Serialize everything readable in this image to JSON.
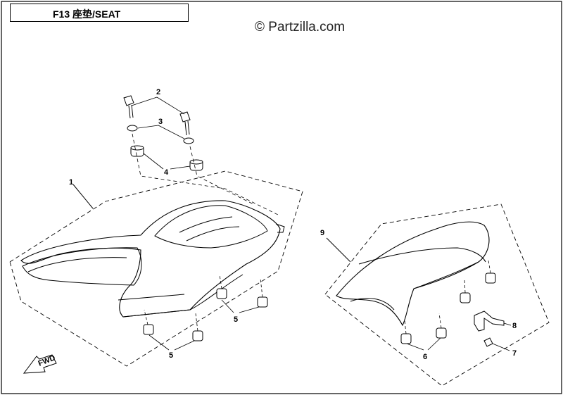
{
  "header": {
    "title": "F13 座垫/SEAT"
  },
  "watermark": "© Partzilla.com",
  "callouts": [
    "1",
    "2",
    "3",
    "4",
    "5",
    "5",
    "6",
    "7",
    "8",
    "9"
  ],
  "fwd_label": "FWD"
}
